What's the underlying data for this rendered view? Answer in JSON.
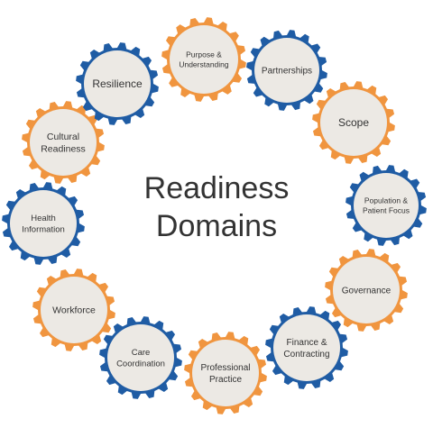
{
  "title_lines": [
    "Readiness",
    "Domains"
  ],
  "colors": {
    "orange": "#F0953F",
    "blue": "#1F5CA4",
    "inner": "#ECE9E4",
    "text": "#333333"
  },
  "domains": [
    {
      "id": "purpose",
      "lines": [
        "Purpose &",
        "Understanding"
      ],
      "color": "orange"
    },
    {
      "id": "partnerships",
      "lines": [
        "Partnerships"
      ],
      "color": "blue"
    },
    {
      "id": "scope",
      "lines": [
        "Scope"
      ],
      "color": "orange"
    },
    {
      "id": "population",
      "lines": [
        "Population &",
        "Patient Focus"
      ],
      "color": "blue"
    },
    {
      "id": "governance",
      "lines": [
        "Governance"
      ],
      "color": "orange"
    },
    {
      "id": "finance",
      "lines": [
        "Finance &",
        "Contracting"
      ],
      "color": "blue"
    },
    {
      "id": "professional",
      "lines": [
        "Professional",
        "Practice"
      ],
      "color": "orange"
    },
    {
      "id": "care",
      "lines": [
        "Care",
        "Coordination"
      ],
      "color": "blue"
    },
    {
      "id": "workforce",
      "lines": [
        "Workforce"
      ],
      "color": "orange"
    },
    {
      "id": "health",
      "lines": [
        "Health",
        "Information"
      ],
      "color": "blue"
    },
    {
      "id": "cultural",
      "lines": [
        "Cultural",
        "Readiness"
      ],
      "color": "orange"
    },
    {
      "id": "resilience",
      "lines": [
        "Resilience"
      ],
      "color": "blue"
    }
  ]
}
